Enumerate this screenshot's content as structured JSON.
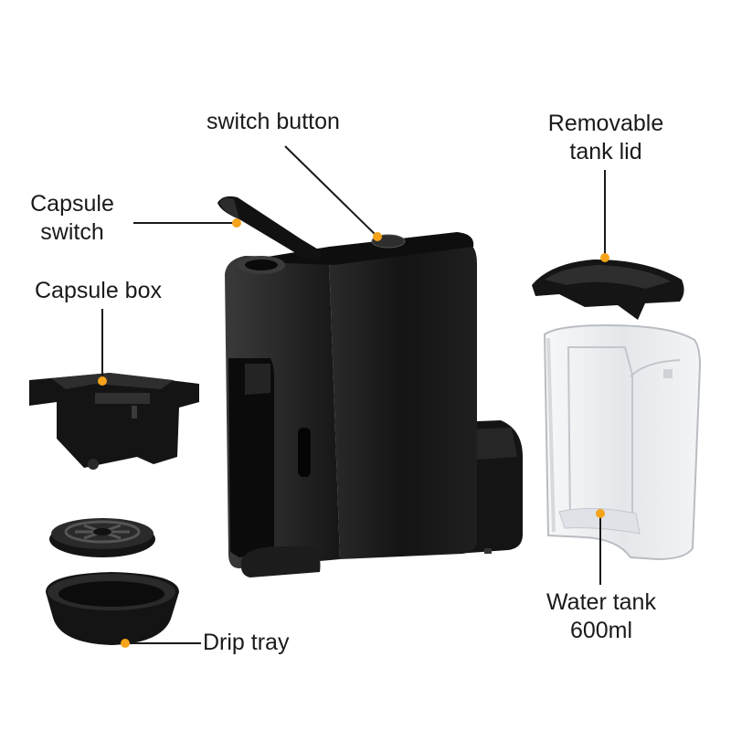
{
  "labels": {
    "switch_button": "switch button",
    "capsule_switch": [
      "Capsule",
      "switch"
    ],
    "capsule_box": "Capsule box",
    "removable_tank_lid": [
      "Removable",
      "tank lid"
    ],
    "water_tank": [
      "Water tank",
      "600ml"
    ],
    "drip_tray": "Drip tray"
  },
  "colors": {
    "callout_dot": "#f5a31a",
    "leader_line": "#1a1a1a",
    "machine_body": "#161616",
    "tank_plastic": "#eef0f2"
  }
}
